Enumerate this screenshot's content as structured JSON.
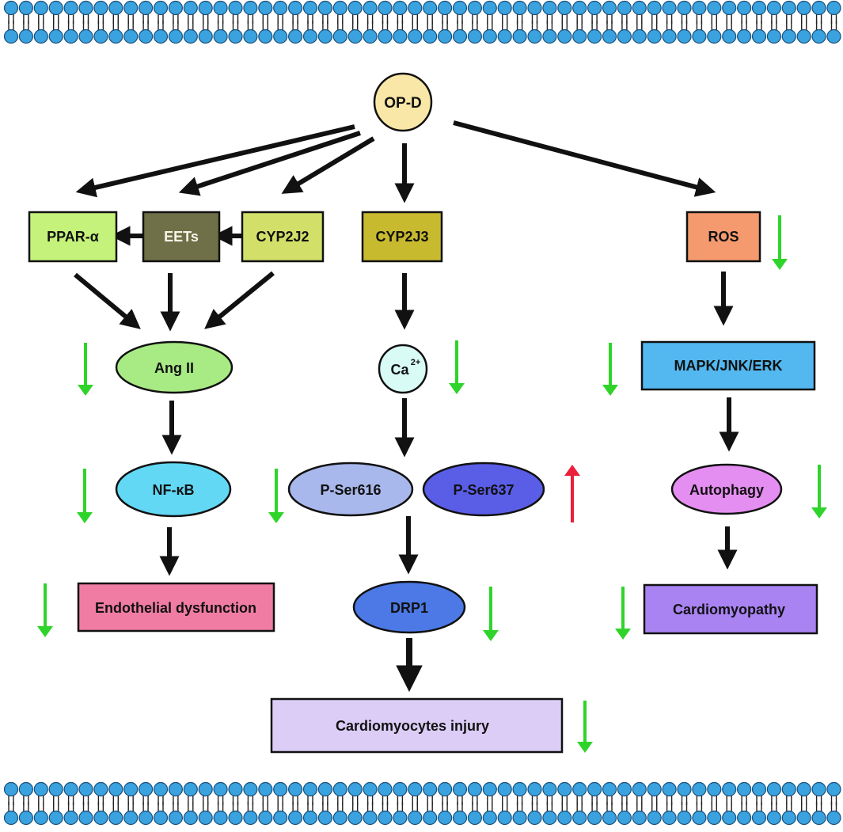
{
  "nodes": {
    "opd": {
      "label": "OP-D",
      "color": "#f8e7a6"
    },
    "ppar": {
      "label": "PPAR-α",
      "color": "#c5f27a"
    },
    "eets": {
      "label": "EETs",
      "color": "#6f6f48"
    },
    "cyp2j2": {
      "label": "CYP2J2",
      "color": "#d2e06a"
    },
    "cyp2j3": {
      "label": "CYP2J3",
      "color": "#c8ba2e"
    },
    "ros": {
      "label": "ROS",
      "color": "#f49a6e"
    },
    "angii": {
      "label": "Ang II",
      "color": "#a8ea84"
    },
    "ca": {
      "label": "Ca",
      "sup": "2+",
      "color": "#d9fbf6"
    },
    "mapk": {
      "label": "MAPK/JNK/ERK",
      "color": "#53b8f0"
    },
    "nfkb": {
      "label": "NF-κB",
      "color": "#62d8f4"
    },
    "pser616": {
      "label": "P-Ser616",
      "color": "#a9b8ec"
    },
    "pser637": {
      "label": "P-Ser637",
      "color": "#5a5de6"
    },
    "autophagy": {
      "label": "Autophagy",
      "color": "#e58ef1"
    },
    "endo": {
      "label": "Endothelial dysfunction",
      "color": "#f07ca4"
    },
    "drp1": {
      "label": "DRP1",
      "color": "#4c79e6"
    },
    "cardiomyopathy": {
      "label": "Cardiomyopathy",
      "color": "#a983f2"
    },
    "injury": {
      "label": "Cardiomyocytes injury",
      "color": "#dccdf7"
    }
  },
  "colors": {
    "arrow": "#111111",
    "down_indicator": "#2fd42a",
    "up_indicator": "#ea1f3a",
    "membrane_head": "#3aa2de",
    "membrane_outline": "#1a4f7a"
  }
}
